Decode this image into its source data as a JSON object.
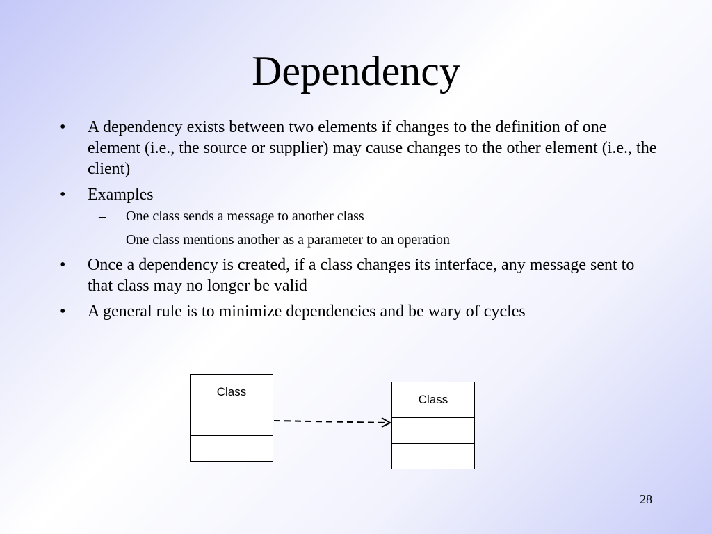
{
  "slide": {
    "title": "Dependency",
    "page_number": "28"
  },
  "bullets": [
    {
      "marker": "•",
      "text": "A dependency exists between two elements if changes to the definition of one element (i.e., the source or supplier) may cause changes to the other element (i.e., the client)"
    },
    {
      "marker": "•",
      "text": "Examples",
      "sub": [
        {
          "marker": "–",
          "text": "One class sends a message to another class"
        },
        {
          "marker": "–",
          "text": "One class mentions another as a parameter to an operation"
        }
      ]
    },
    {
      "marker": "•",
      "text": "Once a dependency is created,  if a class changes its interface, any message sent to that class may no longer be valid"
    },
    {
      "marker": "•",
      "text": "A general rule is to minimize dependencies and be wary of cycles"
    }
  ],
  "diagram": {
    "client_class": {
      "name": "Class"
    },
    "supplier_class": {
      "name": "Class"
    },
    "relationship": "dependency"
  }
}
